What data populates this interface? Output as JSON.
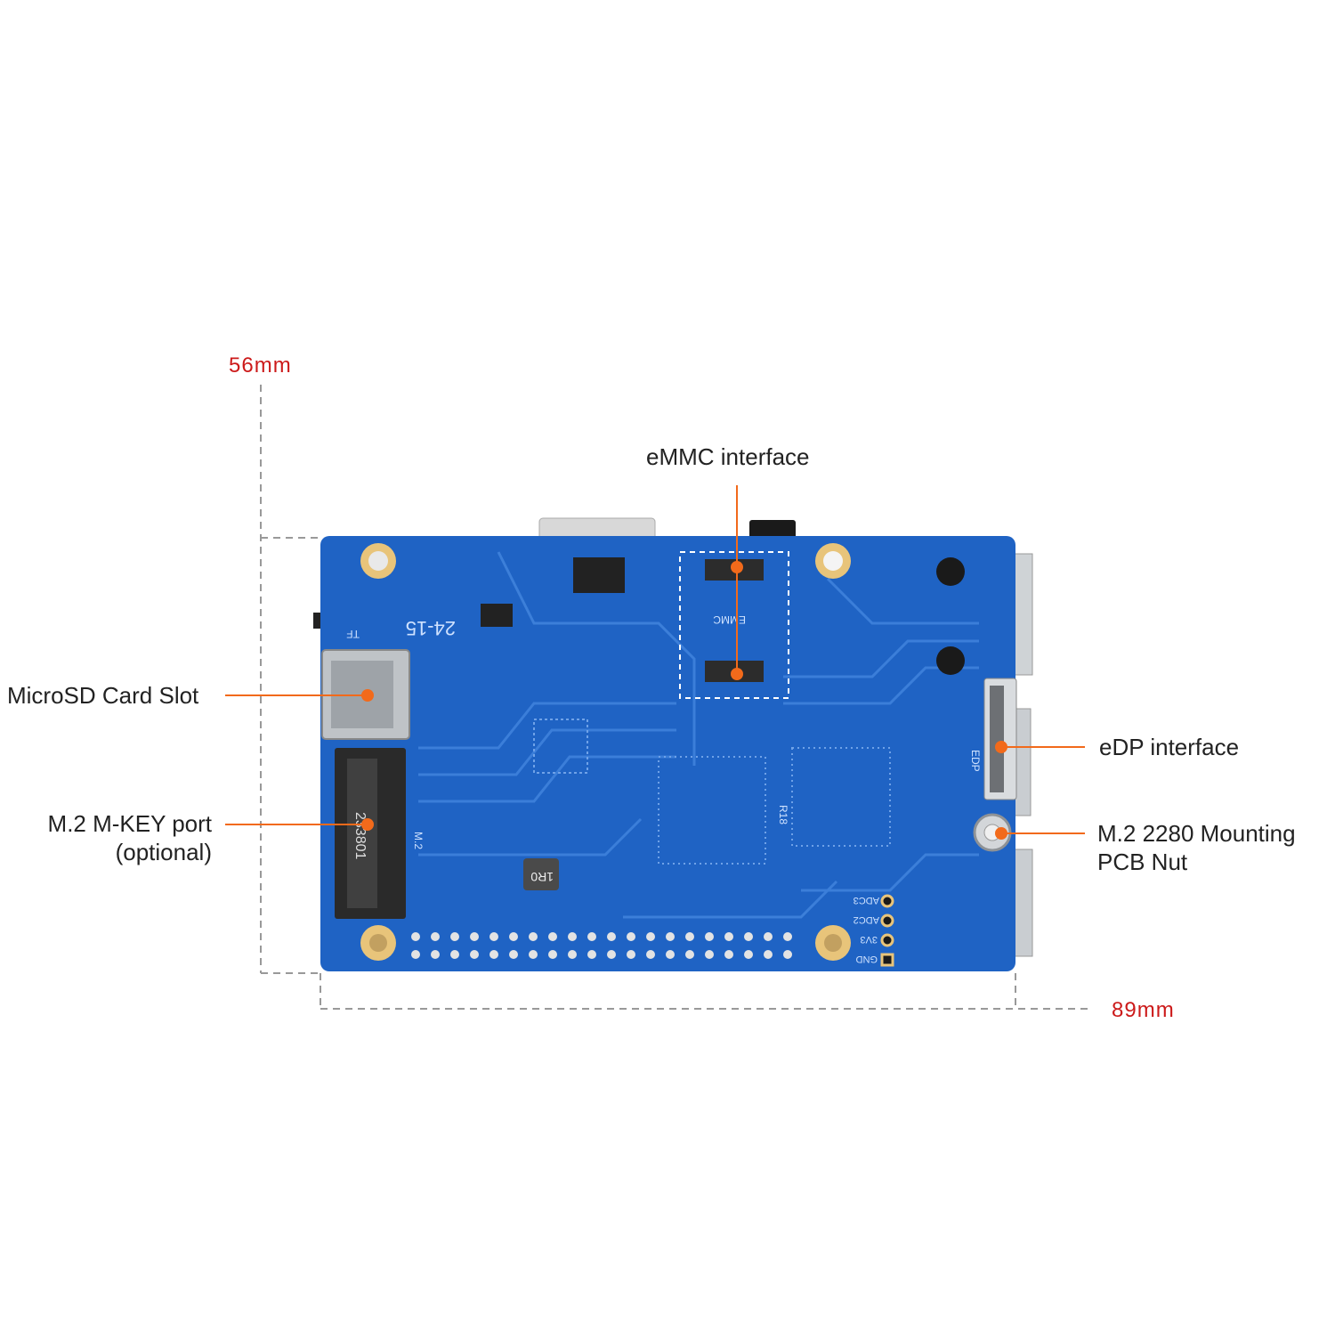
{
  "dimensions": {
    "height": "56mm",
    "width": "89mm",
    "color": "#cc1a1a"
  },
  "labels": {
    "emmc": "eMMC interface",
    "microsd": "MicroSD Card Slot",
    "m2_line1": "M.2 M-KEY port",
    "m2_line2": "(optional)",
    "edp": "eDP interface",
    "nut_line1": "M.2 2280 Mounting",
    "nut_line2": "PCB Nut"
  },
  "board": {
    "silk_date": "24-15",
    "silk_tf": "TF",
    "silk_emmc": "EMMC",
    "silk_edp": "EDP",
    "silk_m2": "M.2",
    "silk_r18": "R18",
    "silk_1r0": "1R0",
    "silk_233801": "233801",
    "pin_adc3": "ADC3",
    "pin_adc2": "ADC2",
    "pin_3v3": "3V3",
    "pin_gnd": "GND",
    "board_color": "#1f63c4",
    "callout_color": "#f26a1b"
  }
}
